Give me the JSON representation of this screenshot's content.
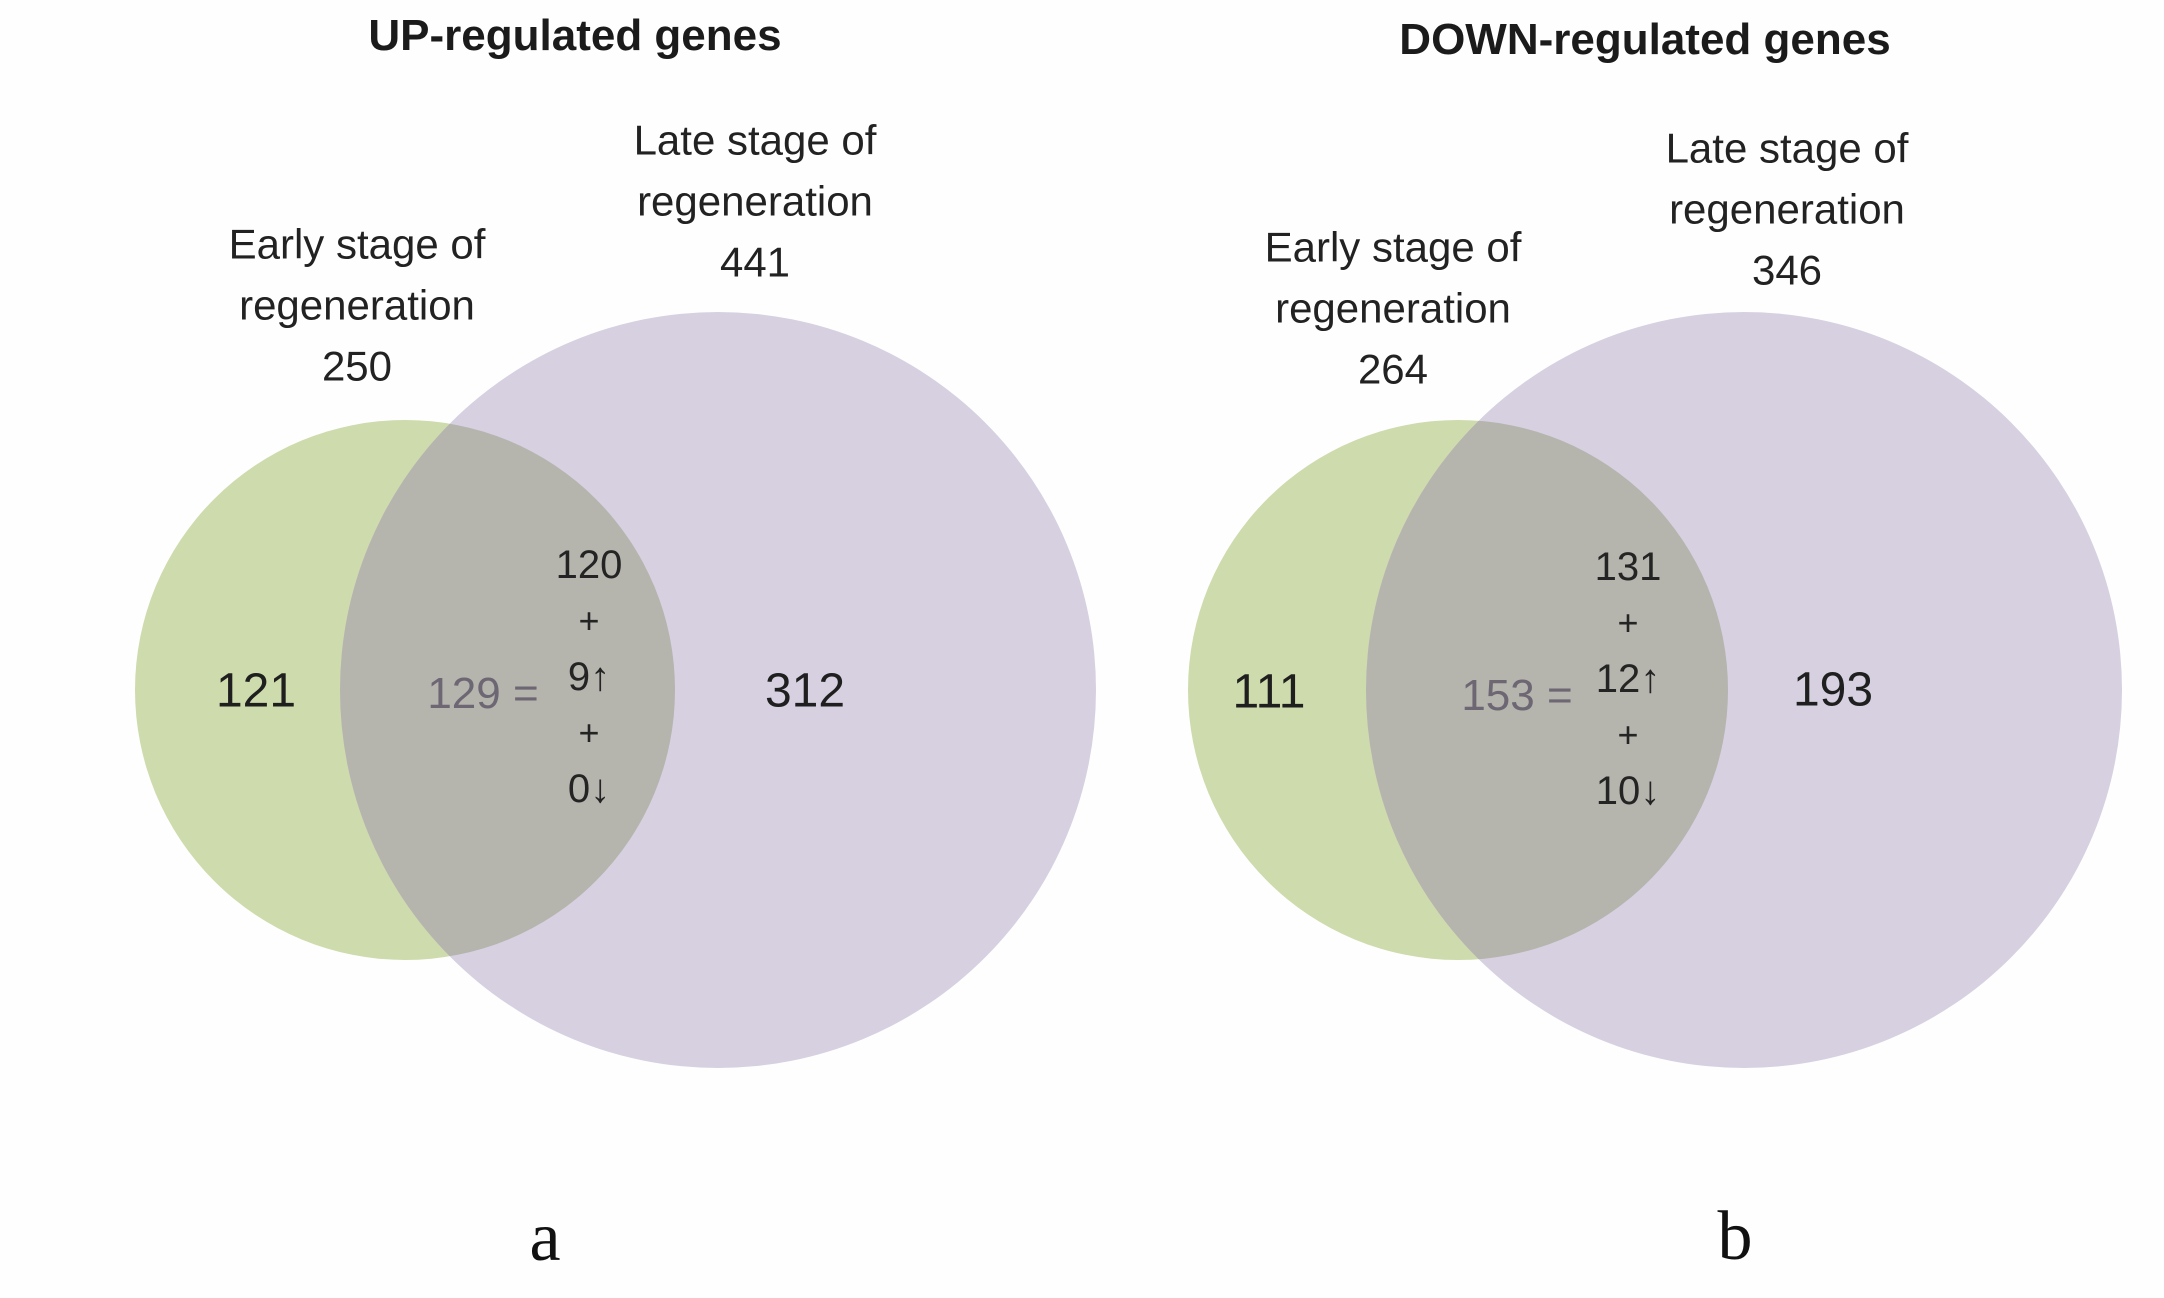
{
  "figure": {
    "background": "#fefefe",
    "colors": {
      "early_circle_green": "#cedbac",
      "late_circle_purple": "#d6d0e0",
      "overlap_gray": "#b5b4ad",
      "text_dark": "#1e1e1e",
      "overlap_total_text": "#6d6673"
    }
  },
  "panels": [
    {
      "caption": "a",
      "title": "UP-regulated genes",
      "early": {
        "line1": "Early stage of",
        "line2": "regeneration",
        "total": "250",
        "unique": "121"
      },
      "late": {
        "line1": "Late stage of",
        "line2": "regeneration",
        "total": "441",
        "unique": "312"
      },
      "overlap": {
        "total_display": "129 =",
        "breakdown": [
          "120",
          "+",
          "9↑",
          "+",
          "0↓"
        ]
      }
    },
    {
      "caption": "b",
      "title": "DOWN-regulated genes",
      "early": {
        "line1": "Early stage of",
        "line2": "regeneration",
        "total": "264",
        "unique": "111"
      },
      "late": {
        "line1": "Late stage of",
        "line2": "regeneration",
        "total": "346",
        "unique": "193"
      },
      "overlap": {
        "total_display": "153 =",
        "breakdown": [
          "131",
          "+",
          "12↑",
          "+",
          "10↓"
        ]
      }
    }
  ],
  "chart_data": [
    {
      "type": "venn",
      "panel": "a",
      "title": "UP-regulated genes",
      "set_a": {
        "label": "Early stage of regeneration",
        "total": 250,
        "unique": 121
      },
      "set_b": {
        "label": "Late stage of regeneration",
        "total": 441,
        "unique": 312
      },
      "overlap": {
        "total": 129,
        "breakdown": [
          {
            "value": 120
          },
          {
            "value": 9,
            "direction": "up"
          },
          {
            "value": 0,
            "direction": "down"
          }
        ]
      }
    },
    {
      "type": "venn",
      "panel": "b",
      "title": "DOWN-regulated genes",
      "set_a": {
        "label": "Early stage of regeneration",
        "total": 264,
        "unique": 111
      },
      "set_b": {
        "label": "Late stage of regeneration",
        "total": 346,
        "unique": 193
      },
      "overlap": {
        "total": 153,
        "breakdown": [
          {
            "value": 131
          },
          {
            "value": 12,
            "direction": "up"
          },
          {
            "value": 10,
            "direction": "down"
          }
        ]
      }
    }
  ]
}
